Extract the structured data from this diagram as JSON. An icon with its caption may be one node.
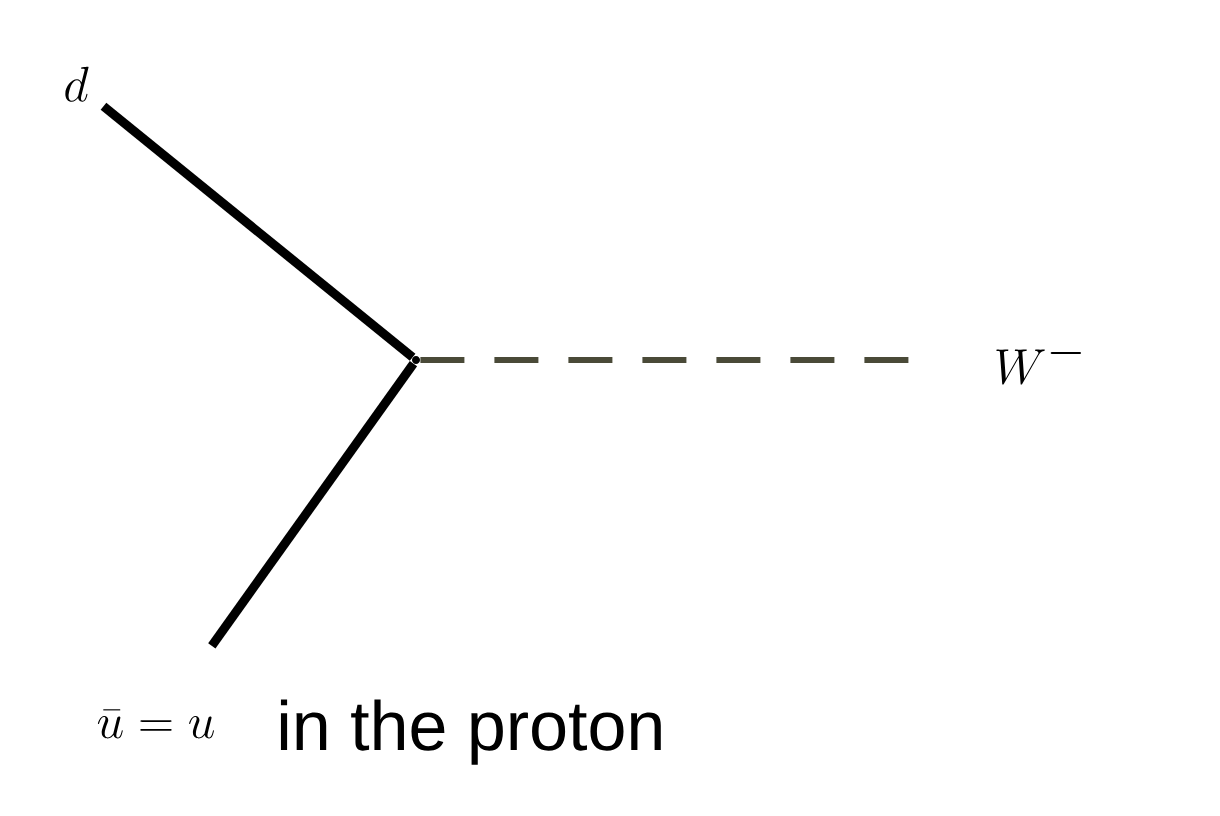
{
  "diagram": {
    "nodes": [
      {
        "text": [
          "d"
        ]
      },
      {
        "text": [],
        "shape": "point"
      },
      {
        "text": [
          "W^-"
        ]
      },
      {
        "text": [
          "\\bar{u} = u"
        ],
        "beside": [
          "in the proton"
        ]
      }
    ],
    "edges": [
      {
        "from": 0,
        "to": 1,
        "arrow": "none"
      },
      {
        "from": 3,
        "to": 1,
        "arrow": "none"
      },
      {
        "from": 1,
        "to": 2,
        "arrow": "none",
        "style": "dashed",
        "color": "#4a4a38"
      }
    ]
  }
}
